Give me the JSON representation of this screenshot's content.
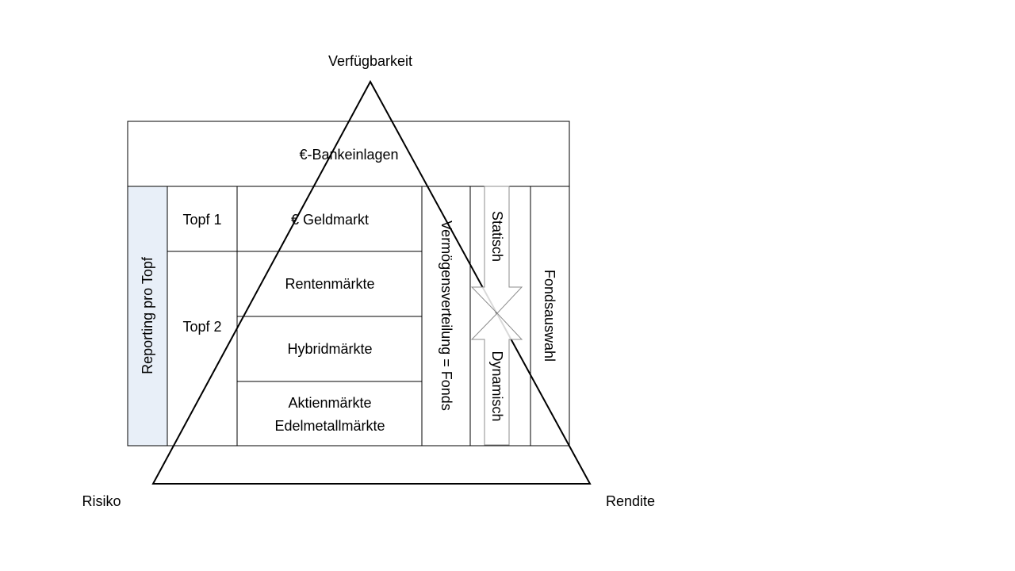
{
  "labels": {
    "top": "Verfügbarkeit",
    "bottom_left": "Risiko",
    "bottom_right": "Rendite"
  },
  "table": {
    "header_row": "€-Bankeinlagen",
    "reporting": "Reporting pro Topf",
    "topf1": "Topf 1",
    "topf2": "Topf 2",
    "markets": [
      "€ Geldmarkt",
      "Rentenmärkte",
      "Hybridmärkte",
      "Aktienmärkte",
      "Edelmetallmärkte"
    ],
    "allocation": "Vermögensverteilung = Fonds",
    "static": "Statisch",
    "dynamic": "Dynamisch",
    "fund_selection": "Fondsauswahl"
  },
  "colors": {
    "reporting_fill": "#E8EFF8",
    "line": "#000000",
    "arrow_stroke": "#8C8C8C"
  }
}
